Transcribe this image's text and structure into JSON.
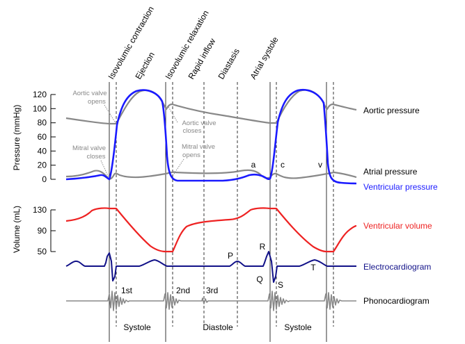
{
  "phases": [
    "Isovolumic contraction",
    "Ejection",
    "Isovolumic relaxation",
    "Rapid inflow",
    "Diastasis",
    "Atrial systole"
  ],
  "pressure_axis": {
    "label": "Pressure (mmHg)",
    "ticks": [
      "120",
      "100",
      "80",
      "60",
      "40",
      "20",
      "0"
    ]
  },
  "volume_axis": {
    "label": "Volume (mL)",
    "ticks": [
      "130",
      "90",
      "50"
    ]
  },
  "valve_annotations": {
    "aortic_opens": [
      "Aortic valve",
      "opens"
    ],
    "aortic_closes": [
      "Aortic valve",
      "closes"
    ],
    "mitral_closes": [
      "Mitral valve",
      "closes"
    ],
    "mitral_opens": [
      "Mitral valve",
      "opens"
    ]
  },
  "wave_labels": {
    "a": "a",
    "c": "c",
    "v": "v",
    "P": "P",
    "Q": "Q",
    "R": "R",
    "S": "S",
    "T": "T"
  },
  "heart_sounds": {
    "first": "1st",
    "second": "2nd",
    "third": "3rd"
  },
  "legend": {
    "aortic_pressure": "Aortic pressure",
    "atrial_pressure": "Atrial pressure",
    "ventricular_pressure": "Ventricular pressure",
    "ventricular_volume": "Ventricular volume",
    "electrocardiogram": "Electrocardiogram",
    "phonocardiogram": "Phonocardiogram"
  },
  "cycle_labels": {
    "systole_1": "Systole",
    "diastole": "Diastole",
    "systole_2": "Systole"
  },
  "colors": {
    "aortic": "#888888",
    "atrial": "#888888",
    "ventricular_pressure": "#1a1aff",
    "ventricular_volume": "#ee2222",
    "ecg": "#111188",
    "phono": "#888888",
    "annotation": "#888888",
    "text": "#000000"
  }
}
